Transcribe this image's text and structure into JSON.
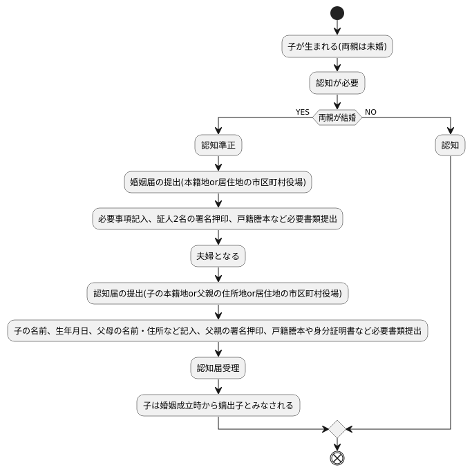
{
  "diagram": {
    "start": "",
    "steps": {
      "birth": "子が生まれる(両親は未婚)",
      "ninchi_required": "認知が必要",
      "legit": "認知準正",
      "marriage_filing": "婚姻届の提出(本籍地or居住地の市区町村役場)",
      "marriage_docs": "必要事項記入、証人2名の署名押印、戸籍謄本など必要書類提出",
      "couple": "夫婦となる",
      "ninchi_filing": "認知届の提出(子の本籍地or父親の住所地or居住地の市区町村役場)",
      "ninchi_docs": "子の名前、生年月日、父母の名前・住所など記入、父親の署名押印、戸籍謄本や身分証明書など必要書類提出",
      "accepted": "認知届受理",
      "legitimate_child": "子は婚姻成立時から嫡出子とみなされる",
      "ninchi_only": "認知"
    },
    "decision": {
      "label": "両親が結婚",
      "yes": "YES",
      "no": "NO"
    }
  }
}
